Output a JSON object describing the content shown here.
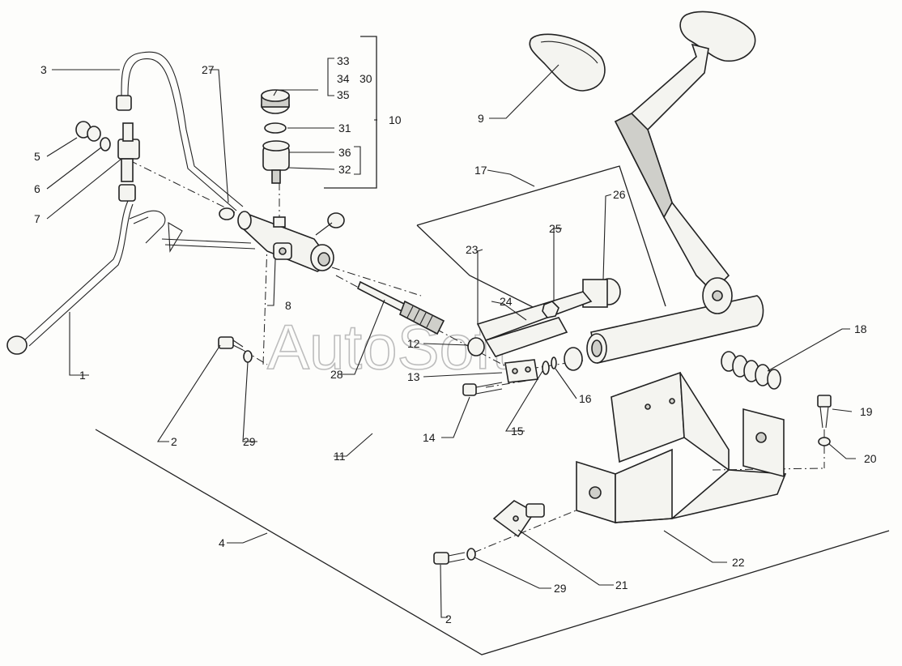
{
  "watermark": "AutoSoft",
  "callouts": {
    "c1": "1",
    "c2a": "2",
    "c2b": "2",
    "c3": "3",
    "c4": "4",
    "c5": "5",
    "c6": "6",
    "c7": "7",
    "c8": "8",
    "c9": "9",
    "c10": "10",
    "c11": "11",
    "c12": "12",
    "c13": "13",
    "c14": "14",
    "c15": "15",
    "c16": "16",
    "c17": "17",
    "c18": "18",
    "c19": "19",
    "c20": "20",
    "c21": "21",
    "c22": "22",
    "c23": "23",
    "c24": "24",
    "c25": "25",
    "c26": "26",
    "c27": "27",
    "c28": "28",
    "c29a": "29",
    "c29b": "29",
    "c30": "30",
    "c31": "31",
    "c32": "32",
    "c33": "33",
    "c34": "34",
    "c35": "35",
    "c36": "36"
  }
}
